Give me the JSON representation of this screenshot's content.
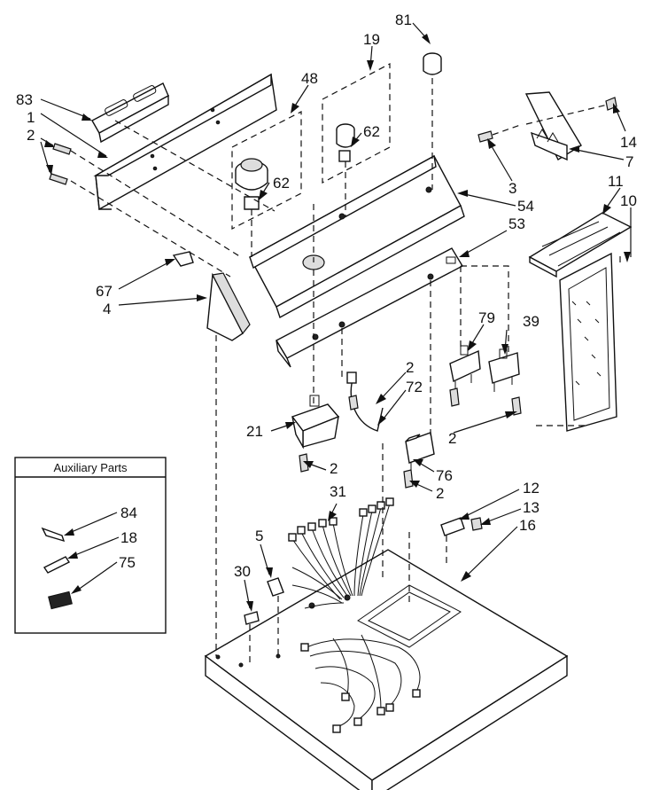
{
  "callouts": {
    "c83": "83",
    "c1": "1",
    "c2a": "2",
    "c48": "48",
    "c19": "19",
    "c81": "81",
    "c62a": "62",
    "c62b": "62",
    "c14": "14",
    "c7": "7",
    "c3": "3",
    "c54": "54",
    "c11": "11",
    "c10": "10",
    "c53": "53",
    "c67": "67",
    "c4": "4",
    "c79": "79",
    "c39": "39",
    "c2b": "2",
    "c72": "72",
    "c21": "21",
    "c2c": "2",
    "c2d": "2",
    "c76": "76",
    "c2e": "2",
    "c31": "31",
    "c12": "12",
    "c13": "13",
    "c16": "16",
    "c84": "84",
    "c5": "5",
    "c18": "18",
    "c75": "75",
    "c30": "30"
  },
  "auxiliary_box": {
    "title": "Auxiliary  Parts"
  }
}
